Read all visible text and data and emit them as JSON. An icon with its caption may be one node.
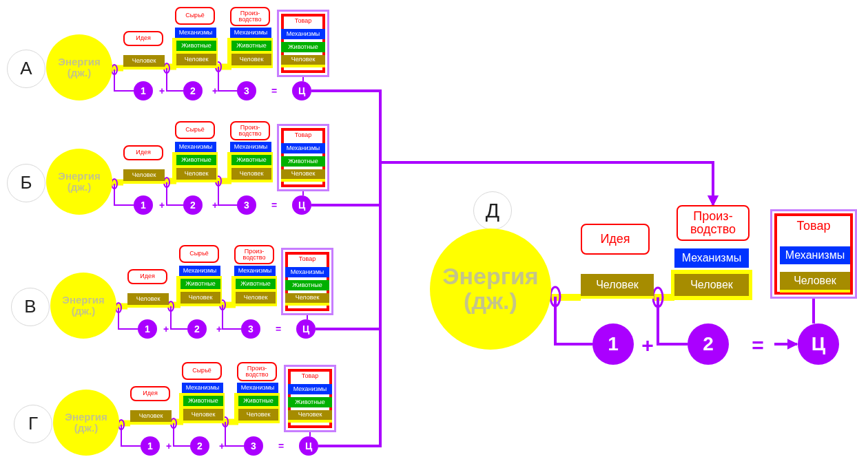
{
  "diagram": {
    "nodes": [
      {
        "text": [
          "А"
        ]
      },
      {
        "text": [
          "Энергия (дж.)"
        ]
      },
      {
        "text": [
          "Идея"
        ]
      },
      {
        "text": [
          "Человек"
        ]
      },
      {
        "text": [
          "Сырьё"
        ]
      },
      {
        "text": [
          "Механизмы"
        ]
      },
      {
        "text": [
          "Животные"
        ]
      },
      {
        "text": [
          "Человек"
        ]
      },
      {
        "text": [
          "Произ- водство"
        ]
      },
      {
        "text": [
          "Механизмы"
        ]
      },
      {
        "text": [
          "Животные"
        ]
      },
      {
        "text": [
          "Человек"
        ]
      },
      {
        "text": [
          "Товар"
        ]
      },
      {
        "text": [
          "Механизмы"
        ],
        "in": 12
      },
      {
        "text": [
          "Животные"
        ],
        "in": 12
      },
      {
        "text": [
          "Человек"
        ],
        "in": 12
      },
      {
        "text": [
          "1"
        ]
      },
      {
        "text": [
          "2"
        ]
      },
      {
        "text": [
          "3"
        ]
      },
      {
        "text": [
          "Ц"
        ]
      },
      {
        "text": [
          "Б"
        ]
      },
      {
        "text": [
          "Энергия (дж.)"
        ]
      },
      {
        "text": [
          "Идея"
        ]
      },
      {
        "text": [
          "Человек"
        ]
      },
      {
        "text": [
          "Сырьё"
        ]
      },
      {
        "text": [
          "Механизмы"
        ]
      },
      {
        "text": [
          "Животные"
        ]
      },
      {
        "text": [
          "Человек"
        ]
      },
      {
        "text": [
          "Произ- водство"
        ]
      },
      {
        "text": [
          "Механизмы"
        ]
      },
      {
        "text": [
          "Животные"
        ]
      },
      {
        "text": [
          "Человек"
        ]
      },
      {
        "text": [
          "Товар"
        ]
      },
      {
        "text": [
          "Механизмы"
        ],
        "in": 32
      },
      {
        "text": [
          "Животные"
        ],
        "in": 32
      },
      {
        "text": [
          "Человек"
        ],
        "in": 32
      },
      {
        "text": [
          "1"
        ]
      },
      {
        "text": [
          "2"
        ]
      },
      {
        "text": [
          "3"
        ]
      },
      {
        "text": [
          "Ц"
        ]
      },
      {
        "text": [
          "В"
        ]
      },
      {
        "text": [
          "Энергия (дж.)"
        ]
      },
      {
        "text": [
          "Идея"
        ]
      },
      {
        "text": [
          "Человек"
        ]
      },
      {
        "text": [
          "Сырьё"
        ]
      },
      {
        "text": [
          "Механизмы"
        ]
      },
      {
        "text": [
          "Животные"
        ]
      },
      {
        "text": [
          "Человек"
        ]
      },
      {
        "text": [
          "Произ- водство"
        ]
      },
      {
        "text": [
          "Механизмы"
        ]
      },
      {
        "text": [
          "Животные"
        ]
      },
      {
        "text": [
          "Человек"
        ]
      },
      {
        "text": [
          "Товар"
        ]
      },
      {
        "text": [
          "Механизмы"
        ],
        "in": 52
      },
      {
        "text": [
          "Животные"
        ],
        "in": 52
      },
      {
        "text": [
          "Человек"
        ],
        "in": 52
      },
      {
        "text": [
          "1"
        ]
      },
      {
        "text": [
          "2"
        ]
      },
      {
        "text": [
          "3"
        ]
      },
      {
        "text": [
          "Ц"
        ]
      },
      {
        "text": [
          "Г"
        ]
      },
      {
        "text": [
          "Энергия (дж.)"
        ]
      },
      {
        "text": [
          "Идея"
        ]
      },
      {
        "text": [
          "Человек"
        ]
      },
      {
        "text": [
          "Сырьё"
        ]
      },
      {
        "text": [
          "Механизмы"
        ]
      },
      {
        "text": [
          "Животные"
        ]
      },
      {
        "text": [
          "Человек"
        ]
      },
      {
        "text": [
          "Произ- водство"
        ]
      },
      {
        "text": [
          "Механизмы"
        ]
      },
      {
        "text": [
          "Животные"
        ]
      },
      {
        "text": [
          "Человек"
        ]
      },
      {
        "text": [
          "Товар"
        ]
      },
      {
        "text": [
          "Механизмы"
        ],
        "in": 72
      },
      {
        "text": [
          "Животные"
        ],
        "in": 72
      },
      {
        "text": [
          "Человек"
        ],
        "in": 72
      },
      {
        "text": [
          "1"
        ]
      },
      {
        "text": [
          "2"
        ]
      },
      {
        "text": [
          "3"
        ]
      },
      {
        "text": [
          "Ц"
        ]
      },
      {
        "text": [
          "Д"
        ]
      },
      {
        "text": [
          "Энергия (дж.)"
        ]
      },
      {
        "text": [
          "Идея"
        ]
      },
      {
        "text": [
          "Человек"
        ]
      },
      {
        "text": [
          "Произ- водство"
        ]
      },
      {
        "text": [
          "Механизмы"
        ]
      },
      {
        "text": [
          "Человек"
        ]
      },
      {
        "text": [
          "Товар"
        ]
      },
      {
        "text": [
          "Механизмы"
        ],
        "in": 87
      },
      {
        "text": [
          "Человек"
        ],
        "in": 87
      },
      {
        "text": [
          "1"
        ]
      },
      {
        "text": [
          "2"
        ]
      },
      {
        "text": [
          "Ц"
        ]
      }
    ],
    "edges": [
      {
        "from": 1,
        "to": 3,
        "arrow": "none",
        "style": "thick",
        "color": "#ffff00"
      },
      {
        "from": 3,
        "to": 7,
        "arrow": "none",
        "style": "thick",
        "color": "#ffff00"
      },
      {
        "from": 7,
        "to": 11,
        "arrow": "none",
        "style": "thick",
        "color": "#ffff00"
      },
      {
        "from": 1,
        "to": 16,
        "arrow": "other"
      },
      {
        "from": 3,
        "to": 17,
        "arrow": "other"
      },
      {
        "from": 7,
        "to": 18,
        "arrow": "other"
      },
      {
        "from": 12,
        "to": 19,
        "arrow": "none"
      },
      {
        "from": 19,
        "to": 84,
        "arrow": "to"
      },
      {
        "from": 21,
        "to": 23,
        "arrow": "none",
        "style": "thick",
        "color": "#ffff00"
      },
      {
        "from": 23,
        "to": 27,
        "arrow": "none",
        "style": "thick",
        "color": "#ffff00"
      },
      {
        "from": 27,
        "to": 31,
        "arrow": "none",
        "style": "thick",
        "color": "#ffff00"
      },
      {
        "from": 21,
        "to": 36,
        "arrow": "other"
      },
      {
        "from": 23,
        "to": 37,
        "arrow": "other"
      },
      {
        "from": 27,
        "to": 38,
        "arrow": "other"
      },
      {
        "from": 32,
        "to": 39,
        "arrow": "none"
      },
      {
        "from": 39,
        "to": 84,
        "arrow": "to"
      },
      {
        "from": 41,
        "to": 43,
        "arrow": "none",
        "style": "thick",
        "color": "#ffff00"
      },
      {
        "from": 43,
        "to": 47,
        "arrow": "none",
        "style": "thick",
        "color": "#ffff00"
      },
      {
        "from": 47,
        "to": 51,
        "arrow": "none",
        "style": "thick",
        "color": "#ffff00"
      },
      {
        "from": 41,
        "to": 56,
        "arrow": "other"
      },
      {
        "from": 43,
        "to": 57,
        "arrow": "other"
      },
      {
        "from": 47,
        "to": 58,
        "arrow": "other"
      },
      {
        "from": 52,
        "to": 59,
        "arrow": "none"
      },
      {
        "from": 59,
        "to": 84,
        "arrow": "to"
      },
      {
        "from": 61,
        "to": 63,
        "arrow": "none",
        "style": "thick",
        "color": "#ffff00"
      },
      {
        "from": 63,
        "to": 67,
        "arrow": "none",
        "style": "thick",
        "color": "#ffff00"
      },
      {
        "from": 67,
        "to": 71,
        "arrow": "none",
        "style": "thick",
        "color": "#ffff00"
      },
      {
        "from": 61,
        "to": 76,
        "arrow": "other"
      },
      {
        "from": 63,
        "to": 77,
        "arrow": "other"
      },
      {
        "from": 67,
        "to": 78,
        "arrow": "other"
      },
      {
        "from": 72,
        "to": 79,
        "arrow": "none"
      },
      {
        "from": 79,
        "to": 84,
        "arrow": "to"
      },
      {
        "from": 81,
        "to": 83,
        "arrow": "none",
        "style": "thick",
        "color": "#ffff00"
      },
      {
        "from": 83,
        "to": 86,
        "arrow": "none",
        "style": "thick",
        "color": "#ffff00"
      },
      {
        "from": 81,
        "to": 90,
        "arrow": "other"
      },
      {
        "from": 83,
        "to": 91,
        "arrow": "other"
      },
      {
        "from": 87,
        "to": 92,
        "arrow": "none"
      },
      {
        "from": null,
        "to": 92,
        "arrow": "to"
      }
    ],
    "labels": [
      "+",
      "+",
      "=",
      "+",
      "+",
      "=",
      "+",
      "+",
      "=",
      "+",
      "+",
      "=",
      "+",
      "="
    ]
  }
}
